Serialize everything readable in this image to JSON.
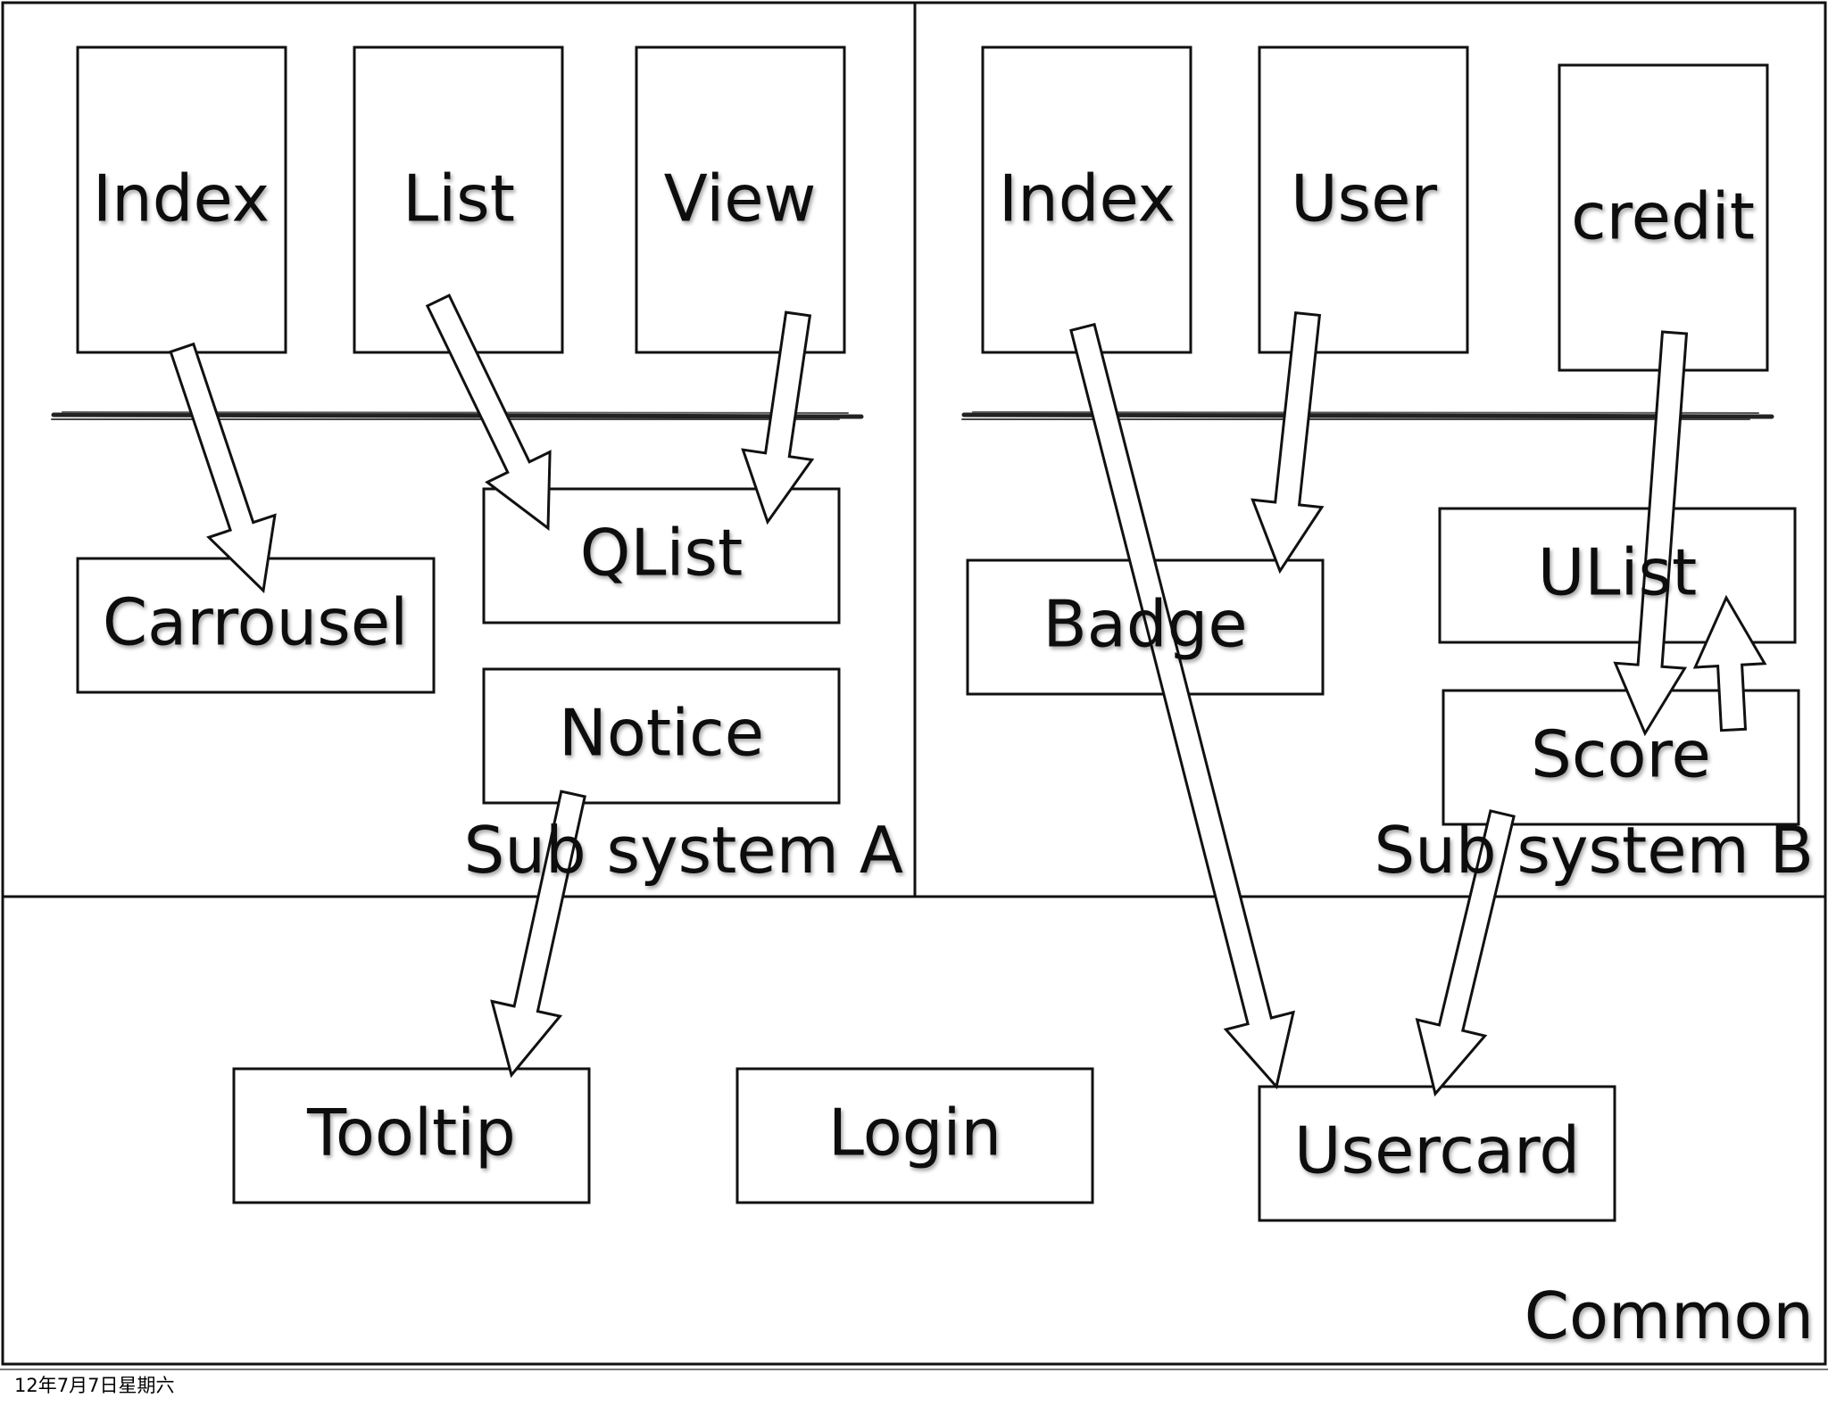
{
  "regions": {
    "subsystem_a": "Sub system A",
    "subsystem_b": "Sub system B",
    "common": "Common"
  },
  "subsystem_a": {
    "pages": {
      "index": "Index",
      "list": "List",
      "view": "View"
    },
    "modules": {
      "carrousel": "Carrousel",
      "qlist": "QList",
      "notice": "Notice"
    }
  },
  "subsystem_b": {
    "pages": {
      "index": "Index",
      "user": "User",
      "credit": "credit"
    },
    "modules": {
      "badge": "Badge",
      "ulist": "UList",
      "score": "Score"
    }
  },
  "common": {
    "modules": {
      "tooltip": "Tooltip",
      "login": "Login",
      "usercard": "Usercard"
    }
  },
  "footer": {
    "date": "12年7月7日星期六"
  },
  "dependencies": [
    {
      "from": "Index (A)",
      "to": "Carrousel"
    },
    {
      "from": "List",
      "to": "QList"
    },
    {
      "from": "View",
      "to": "QList"
    },
    {
      "from": "Notice",
      "to": "Tooltip"
    },
    {
      "from": "Index (B)",
      "to": "Usercard"
    },
    {
      "from": "User",
      "to": "Badge"
    },
    {
      "from": "credit",
      "to": "Score"
    },
    {
      "from": "Score",
      "to": "UList"
    },
    {
      "from": "Score",
      "to": "Usercard"
    }
  ],
  "colors": {
    "line": "#111111",
    "fill": "#ffffff",
    "background": "#ffffff"
  }
}
